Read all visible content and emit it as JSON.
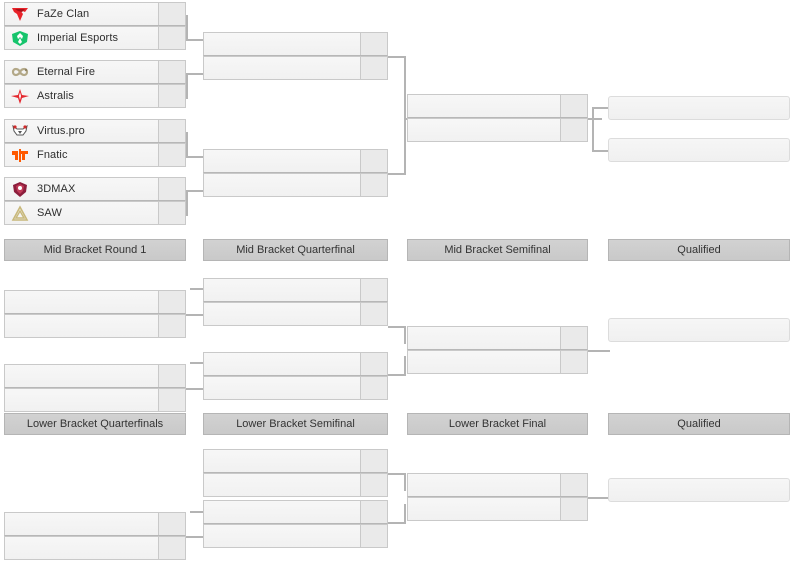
{
  "colors": {
    "line": "#b4b4b4",
    "header_bg": "#cccccc",
    "slot_bg": "#f4f4f4",
    "score_bg": "#eaeaea",
    "text": "#2f2f2f"
  },
  "upper_bracket": {
    "round1": {
      "matches": [
        {
          "top": {
            "team": "FaZe Clan",
            "logo": "faze-logo",
            "score": ""
          },
          "bottom": {
            "team": "Imperial Esports",
            "logo": "imperial-logo",
            "score": ""
          }
        },
        {
          "top": {
            "team": "Eternal Fire",
            "logo": "eternal-fire-logo",
            "score": ""
          },
          "bottom": {
            "team": "Astralis",
            "logo": "astralis-logo",
            "score": ""
          }
        },
        {
          "top": {
            "team": "Virtus.pro",
            "logo": "virtuspro-logo",
            "score": ""
          },
          "bottom": {
            "team": "Fnatic",
            "logo": "fnatic-logo",
            "score": ""
          }
        },
        {
          "top": {
            "team": "3DMAX",
            "logo": "3dmax-logo",
            "score": ""
          },
          "bottom": {
            "team": "SAW",
            "logo": "saw-logo",
            "score": ""
          }
        }
      ]
    },
    "round2": {
      "matches": [
        {
          "top": {
            "team": "",
            "score": ""
          },
          "bottom": {
            "team": "",
            "score": ""
          }
        },
        {
          "top": {
            "team": "",
            "score": ""
          },
          "bottom": {
            "team": "",
            "score": ""
          }
        }
      ]
    },
    "round3": {
      "matches": [
        {
          "top": {
            "team": "",
            "score": ""
          },
          "bottom": {
            "team": "",
            "score": ""
          }
        }
      ]
    },
    "qualified": {
      "slots": [
        {
          "team": ""
        },
        {
          "team": ""
        }
      ]
    }
  },
  "mid_bracket": {
    "headers": [
      {
        "label": "Mid Bracket Round 1"
      },
      {
        "label": "Mid Bracket Quarterfinal"
      },
      {
        "label": "Mid Bracket Semifinal"
      },
      {
        "label": "Qualified"
      }
    ],
    "round1": {
      "matches": [
        {
          "top": {
            "team": "",
            "score": ""
          },
          "bottom": {
            "team": "",
            "score": ""
          }
        },
        {
          "top": {
            "team": "",
            "score": ""
          },
          "bottom": {
            "team": "",
            "score": ""
          }
        }
      ]
    },
    "quarterfinal": {
      "matches": [
        {
          "top": {
            "team": "",
            "score": ""
          },
          "bottom": {
            "team": "",
            "score": ""
          }
        },
        {
          "top": {
            "team": "",
            "score": ""
          },
          "bottom": {
            "team": "",
            "score": ""
          }
        }
      ]
    },
    "semifinal": {
      "matches": [
        {
          "top": {
            "team": "",
            "score": ""
          },
          "bottom": {
            "team": "",
            "score": ""
          }
        }
      ]
    },
    "qualified": {
      "slots": [
        {
          "team": ""
        }
      ]
    }
  },
  "lower_bracket": {
    "headers": [
      {
        "label": "Lower Bracket Quarterfinals"
      },
      {
        "label": "Lower Bracket Semifinal"
      },
      {
        "label": "Lower Bracket Final"
      },
      {
        "label": "Qualified"
      }
    ],
    "quarterfinals": {
      "matches": [
        {
          "top": {
            "team": "",
            "score": ""
          },
          "bottom": {
            "team": "",
            "score": ""
          }
        }
      ]
    },
    "semifinal": {
      "matches": [
        {
          "top": {
            "team": "",
            "score": ""
          },
          "bottom": {
            "team": "",
            "score": ""
          }
        },
        {
          "top": {
            "team": "",
            "score": ""
          },
          "bottom": {
            "team": "",
            "score": ""
          }
        }
      ]
    },
    "final": {
      "matches": [
        {
          "top": {
            "team": "",
            "score": ""
          },
          "bottom": {
            "team": "",
            "score": ""
          }
        }
      ]
    },
    "qualified": {
      "slots": [
        {
          "team": ""
        }
      ]
    }
  }
}
